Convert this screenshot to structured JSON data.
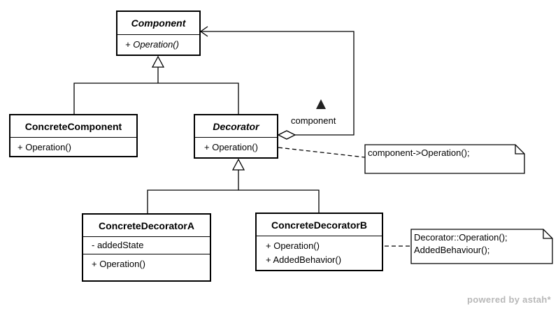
{
  "classes": {
    "component": {
      "name": "Component",
      "ops": [
        "+ Operation()"
      ]
    },
    "concrete_component": {
      "name": "ConcreteComponent",
      "ops": [
        "+ Operation()"
      ]
    },
    "decorator": {
      "name": "Decorator",
      "ops": [
        "+ Operation()"
      ]
    },
    "concrete_decorator_a": {
      "name": "ConcreteDecoratorA",
      "attrs": [
        "- addedState"
      ],
      "ops": [
        "+ Operation()"
      ]
    },
    "concrete_decorator_b": {
      "name": "ConcreteDecoratorB",
      "ops": [
        "+ Operation()",
        "+ AddedBehavior()"
      ]
    }
  },
  "notes": {
    "decorator_note": "component->Operation();",
    "decorator_b_note": [
      "Decorator::Operation();",
      "AddedBehaviour();"
    ]
  },
  "association": {
    "role_label": "component"
  },
  "footer": {
    "brand": "powered by astah*"
  }
}
